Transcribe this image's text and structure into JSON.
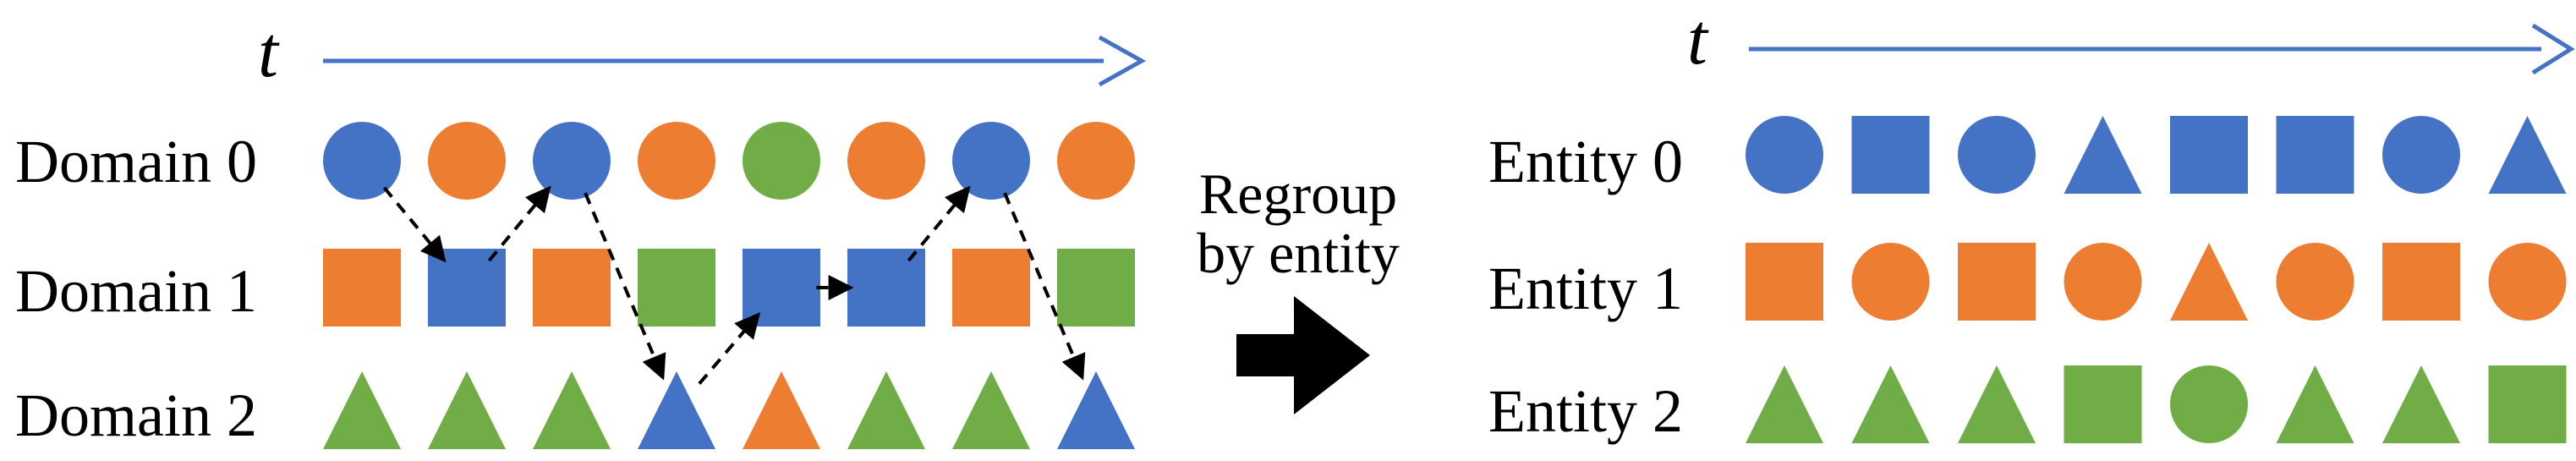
{
  "colors": {
    "blue": "#4472c4",
    "orange": "#ed7d31",
    "green": "#70ad47",
    "axis": "#4472c4",
    "arrow": "#000000"
  },
  "left_panel": {
    "time_label": "t",
    "rows": [
      {
        "label": "Domain 0",
        "shapes": [
          {
            "shape": "circle",
            "color": "blue"
          },
          {
            "shape": "circle",
            "color": "orange"
          },
          {
            "shape": "circle",
            "color": "blue"
          },
          {
            "shape": "circle",
            "color": "orange"
          },
          {
            "shape": "circle",
            "color": "green"
          },
          {
            "shape": "circle",
            "color": "orange"
          },
          {
            "shape": "circle",
            "color": "blue"
          },
          {
            "shape": "circle",
            "color": "orange"
          }
        ]
      },
      {
        "label": "Domain 1",
        "shapes": [
          {
            "shape": "square",
            "color": "orange"
          },
          {
            "shape": "square",
            "color": "blue"
          },
          {
            "shape": "square",
            "color": "orange"
          },
          {
            "shape": "square",
            "color": "green"
          },
          {
            "shape": "square",
            "color": "blue"
          },
          {
            "shape": "square",
            "color": "blue"
          },
          {
            "shape": "square",
            "color": "orange"
          },
          {
            "shape": "square",
            "color": "green"
          }
        ]
      },
      {
        "label": "Domain 2",
        "shapes": [
          {
            "shape": "triangle",
            "color": "green"
          },
          {
            "shape": "triangle",
            "color": "green"
          },
          {
            "shape": "triangle",
            "color": "green"
          },
          {
            "shape": "triangle",
            "color": "blue"
          },
          {
            "shape": "triangle",
            "color": "orange"
          },
          {
            "shape": "triangle",
            "color": "green"
          },
          {
            "shape": "triangle",
            "color": "green"
          },
          {
            "shape": "triangle",
            "color": "blue"
          }
        ]
      }
    ],
    "path": [
      [
        0,
        0
      ],
      [
        1,
        1
      ],
      [
        0,
        2
      ],
      [
        2,
        3
      ],
      [
        1,
        4
      ],
      [
        1,
        5
      ],
      [
        0,
        6
      ],
      [
        2,
        7
      ]
    ]
  },
  "middle": {
    "line1": "Regroup",
    "line2": "by entity"
  },
  "right_panel": {
    "time_label": "t",
    "rows": [
      {
        "label": "Entity 0",
        "shapes": [
          {
            "shape": "circle",
            "color": "blue"
          },
          {
            "shape": "square",
            "color": "blue"
          },
          {
            "shape": "circle",
            "color": "blue"
          },
          {
            "shape": "triangle",
            "color": "blue"
          },
          {
            "shape": "square",
            "color": "blue"
          },
          {
            "shape": "square",
            "color": "blue"
          },
          {
            "shape": "circle",
            "color": "blue"
          },
          {
            "shape": "triangle",
            "color": "blue"
          }
        ]
      },
      {
        "label": "Entity 1",
        "shapes": [
          {
            "shape": "square",
            "color": "orange"
          },
          {
            "shape": "circle",
            "color": "orange"
          },
          {
            "shape": "square",
            "color": "orange"
          },
          {
            "shape": "circle",
            "color": "orange"
          },
          {
            "shape": "triangle",
            "color": "orange"
          },
          {
            "shape": "circle",
            "color": "orange"
          },
          {
            "shape": "square",
            "color": "orange"
          },
          {
            "shape": "circle",
            "color": "orange"
          }
        ]
      },
      {
        "label": "Entity 2",
        "shapes": [
          {
            "shape": "triangle",
            "color": "green"
          },
          {
            "shape": "triangle",
            "color": "green"
          },
          {
            "shape": "triangle",
            "color": "green"
          },
          {
            "shape": "square",
            "color": "green"
          },
          {
            "shape": "circle",
            "color": "green"
          },
          {
            "shape": "triangle",
            "color": "green"
          },
          {
            "shape": "triangle",
            "color": "green"
          },
          {
            "shape": "square",
            "color": "green"
          }
        ]
      }
    ]
  }
}
